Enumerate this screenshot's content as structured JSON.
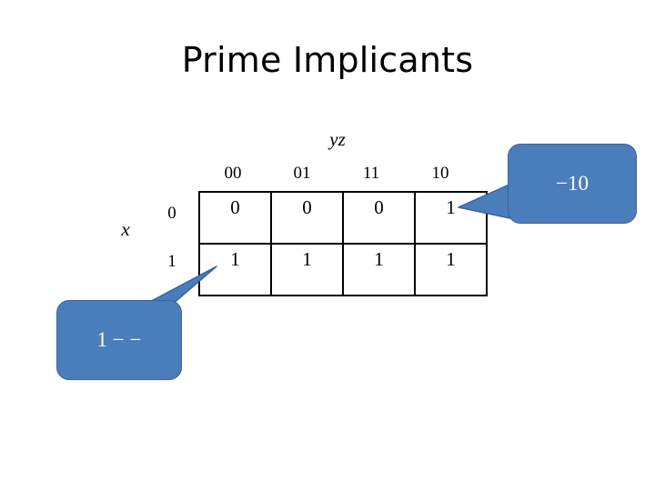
{
  "slide": {
    "title": "Prime Implicants",
    "background": "#ffffff"
  },
  "kmap": {
    "column_group_label": "yz",
    "row_group_label": "x",
    "column_headers": [
      "00",
      "01",
      "11",
      "10"
    ],
    "row_headers": [
      "0",
      "1"
    ],
    "rows": [
      {
        "header": "0",
        "cells": [
          "0",
          "0",
          "0",
          "1"
        ]
      },
      {
        "header": "1",
        "cells": [
          "1",
          "1",
          "1",
          "1"
        ]
      }
    ]
  },
  "callouts": [
    {
      "id": "right",
      "text": "−10",
      "fill": "#4a7ebb",
      "stroke": "#3a6298",
      "text_color": "#ffffff",
      "points_to": "row-0-column-10"
    },
    {
      "id": "bottom",
      "text": "1 − −",
      "fill": "#4a7ebb",
      "stroke": "#3a6298",
      "text_color": "#ffffff",
      "points_to": "row-1-column-00"
    }
  ],
  "chart_data": {
    "type": "table",
    "title": "Prime Implicants",
    "xlabel": "yz",
    "ylabel": "x",
    "categories": [
      "00",
      "01",
      "11",
      "10"
    ],
    "row_labels": [
      "0",
      "1"
    ],
    "values": [
      [
        0,
        0,
        0,
        1
      ],
      [
        1,
        1,
        1,
        1
      ]
    ],
    "annotations": [
      "−10",
      "1 − −"
    ],
    "grid": true,
    "legend": "none"
  }
}
